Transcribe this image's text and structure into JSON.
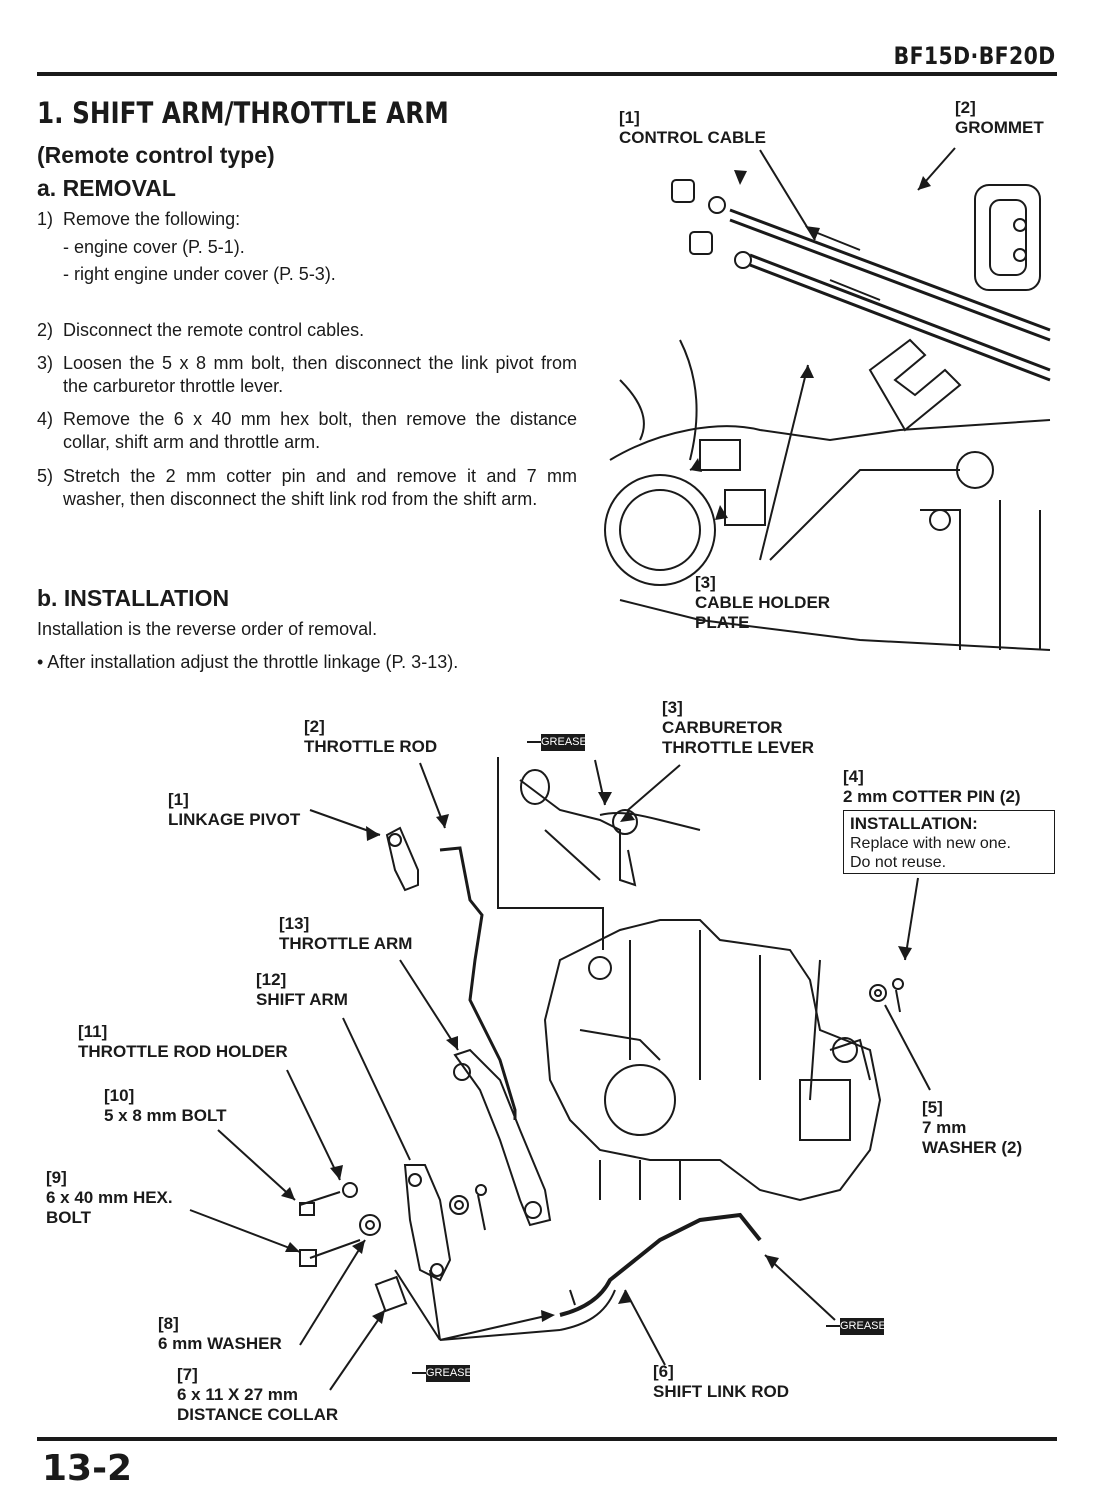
{
  "header": {
    "model": "BF15D·BF20D"
  },
  "section": {
    "title": "1. SHIFT ARM/THROTTLE ARM",
    "subtitle": "(Remote control type)"
  },
  "removal": {
    "heading": "a. REMOVAL",
    "steps": [
      {
        "num": "1)",
        "text": "Remove the following:"
      },
      {
        "num": "2)",
        "text": "Disconnect the remote control cables."
      },
      {
        "num": "3)",
        "text": "Loosen the 5 x 8 mm bolt, then disconnect the link pivot from the carburetor throttle lever."
      },
      {
        "num": "4)",
        "text": "Remove the 6 x 40 mm hex bolt, then remove the distance collar, shift arm and throttle arm."
      },
      {
        "num": "5)",
        "text": "Stretch the 2 mm cotter pin and and remove it and 7 mm washer, then disconnect the shift link rod from the shift arm."
      }
    ],
    "sub_items": [
      "- engine cover (P. 5-1).",
      "- right engine under cover (P. 5-3)."
    ]
  },
  "installation": {
    "heading": "b. INSTALLATION",
    "text": "Installation is the reverse order of removal.",
    "bullet": "• After installation adjust the throttle linkage (P. 3-13)."
  },
  "top_figure_labels": {
    "l1_num": "[1]",
    "l1": "CONTROL CABLE",
    "l2_num": "[2]",
    "l2": "GROMMET",
    "l3_num": "[3]",
    "l3a": "CABLE HOLDER",
    "l3b": "PLATE"
  },
  "bottom_figure_labels": {
    "l1_num": "[1]",
    "l1": "LINKAGE PIVOT",
    "l2_num": "[2]",
    "l2": "THROTTLE ROD",
    "l3_num": "[3]",
    "l3a": "CARBURETOR",
    "l3b": "THROTTLE  LEVER",
    "l4_num": "[4]",
    "l4": "2 mm COTTER PIN (2)",
    "l5_num": "[5]",
    "l5a": "7 mm",
    "l5b": "WASHER (2)",
    "l6_num": "[6]",
    "l6": "SHIFT LINK ROD",
    "l7_num": "[7]",
    "l7a": "6 x 11 X 27 mm",
    "l7b": "DISTANCE COLLAR",
    "l8_num": "[8]",
    "l8": "6 mm WASHER",
    "l9_num": "[9]",
    "l9a": "6 x 40 mm HEX.",
    "l9b": "BOLT",
    "l10_num": "[10]",
    "l10": "5 x 8 mm BOLT",
    "l11_num": "[11]",
    "l11": "THROTTLE ROD HOLDER",
    "l12_num": "[12]",
    "l12": "SHIFT ARM",
    "l13_num": "[13]",
    "l13": "THROTTLE ARM"
  },
  "installation_note": {
    "heading": "INSTALLATION:",
    "line1": "Replace with new one.",
    "line2": "Do not reuse."
  },
  "grease_label": "GREASE",
  "footer": {
    "page": "13-2"
  }
}
